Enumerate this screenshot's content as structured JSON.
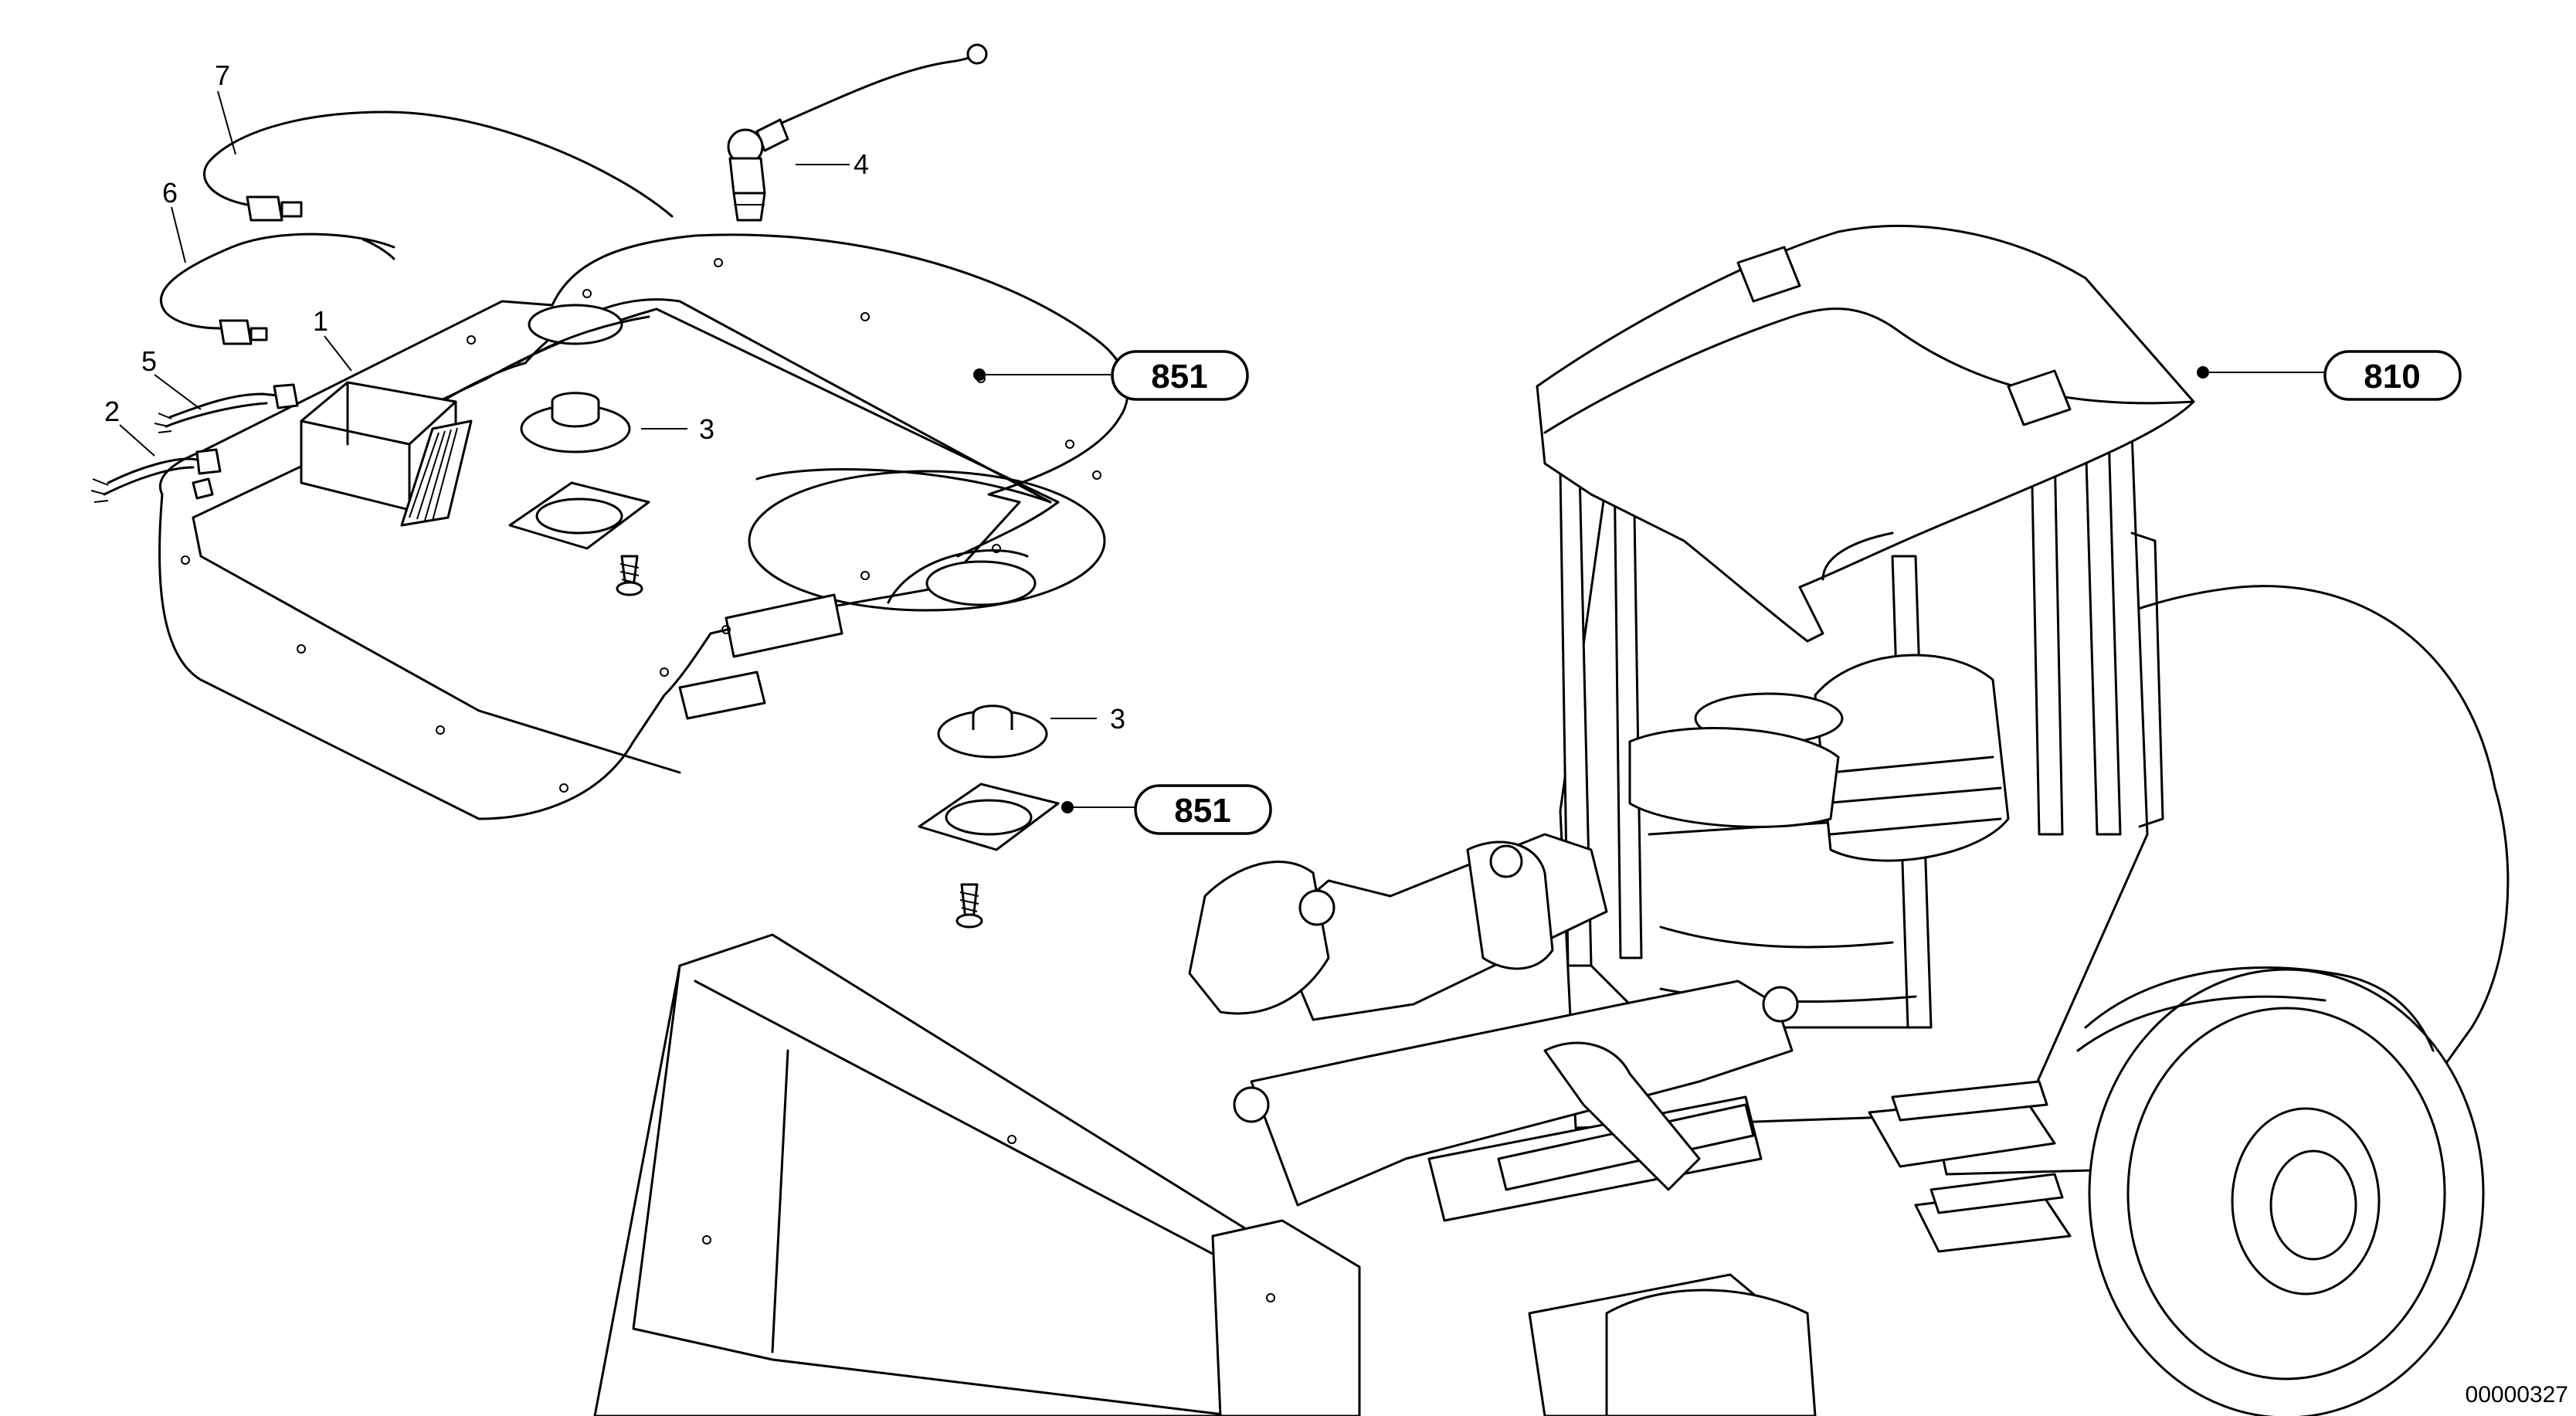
{
  "callouts": {
    "c1": "1",
    "c2": "2",
    "c3a": "3",
    "c3b": "3",
    "c4": "4",
    "c5": "5",
    "c6": "6",
    "c7": "7"
  },
  "references": {
    "ref_roof": "851",
    "ref_plate": "851",
    "ref_cab": "810"
  },
  "document_id": "00000327"
}
